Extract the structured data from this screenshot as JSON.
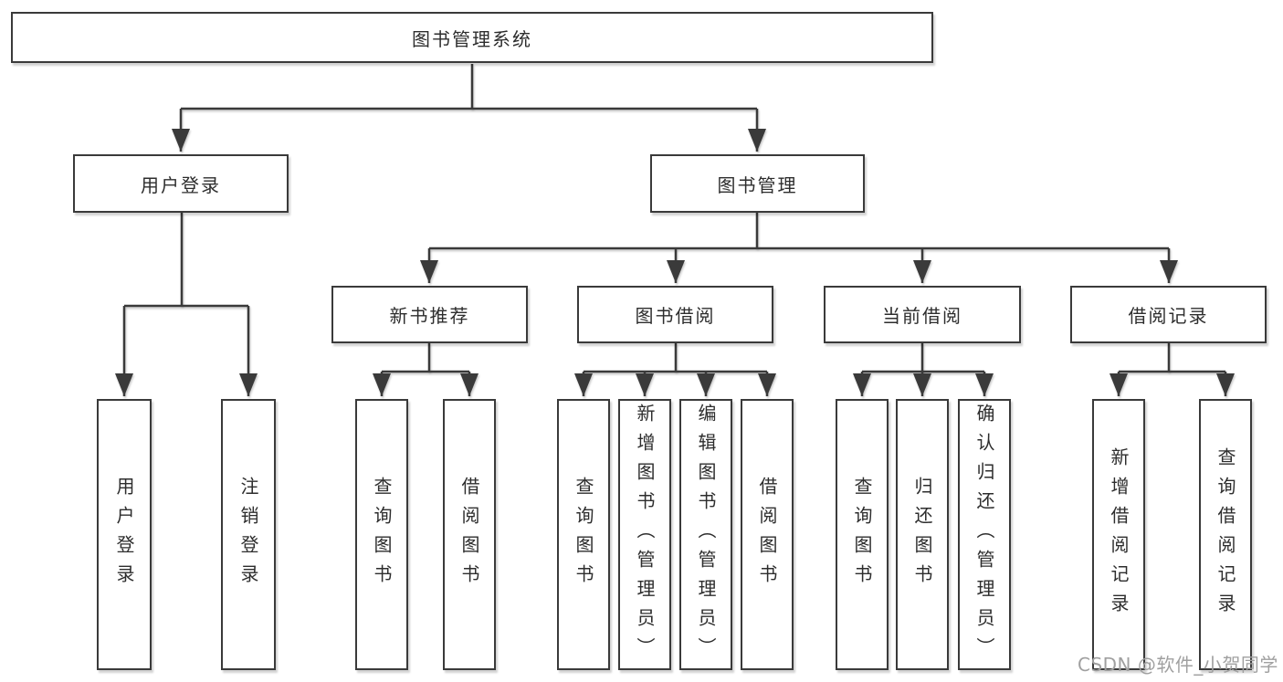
{
  "diagram": {
    "root": {
      "label": "图书管理系统"
    },
    "level2": [
      {
        "label": "用户登录"
      },
      {
        "label": "图书管理"
      }
    ],
    "level3": [
      {
        "label": "新书推荐"
      },
      {
        "label": "图书借阅"
      },
      {
        "label": "当前借阅"
      },
      {
        "label": "借阅记录"
      }
    ],
    "leaves": {
      "user_login": [
        {
          "label": "用户登录"
        },
        {
          "label": "注销登录"
        }
      ],
      "new_book": [
        {
          "label": "查询图书"
        },
        {
          "label": "借阅图书"
        }
      ],
      "book_borrow": [
        {
          "label": "查询图书"
        },
        {
          "label": "新增图书（管理员）"
        },
        {
          "label": "编辑图书（管理员）"
        },
        {
          "label": "借阅图书"
        }
      ],
      "current_borrow": [
        {
          "label": "查询图书"
        },
        {
          "label": "归还图书"
        },
        {
          "label": "确认归还（管理员）"
        }
      ],
      "borrow_record": [
        {
          "label": "新增借阅记录"
        },
        {
          "label": "查询借阅记录"
        }
      ]
    }
  },
  "watermark": {
    "text": "CSDN @软件_小贺同学"
  },
  "colors": {
    "line": "#3a3a3a",
    "text": "#2d2d2d",
    "box_bg": "#ffffff",
    "watermark": "#a0a0a0",
    "background": "#ffffff"
  }
}
